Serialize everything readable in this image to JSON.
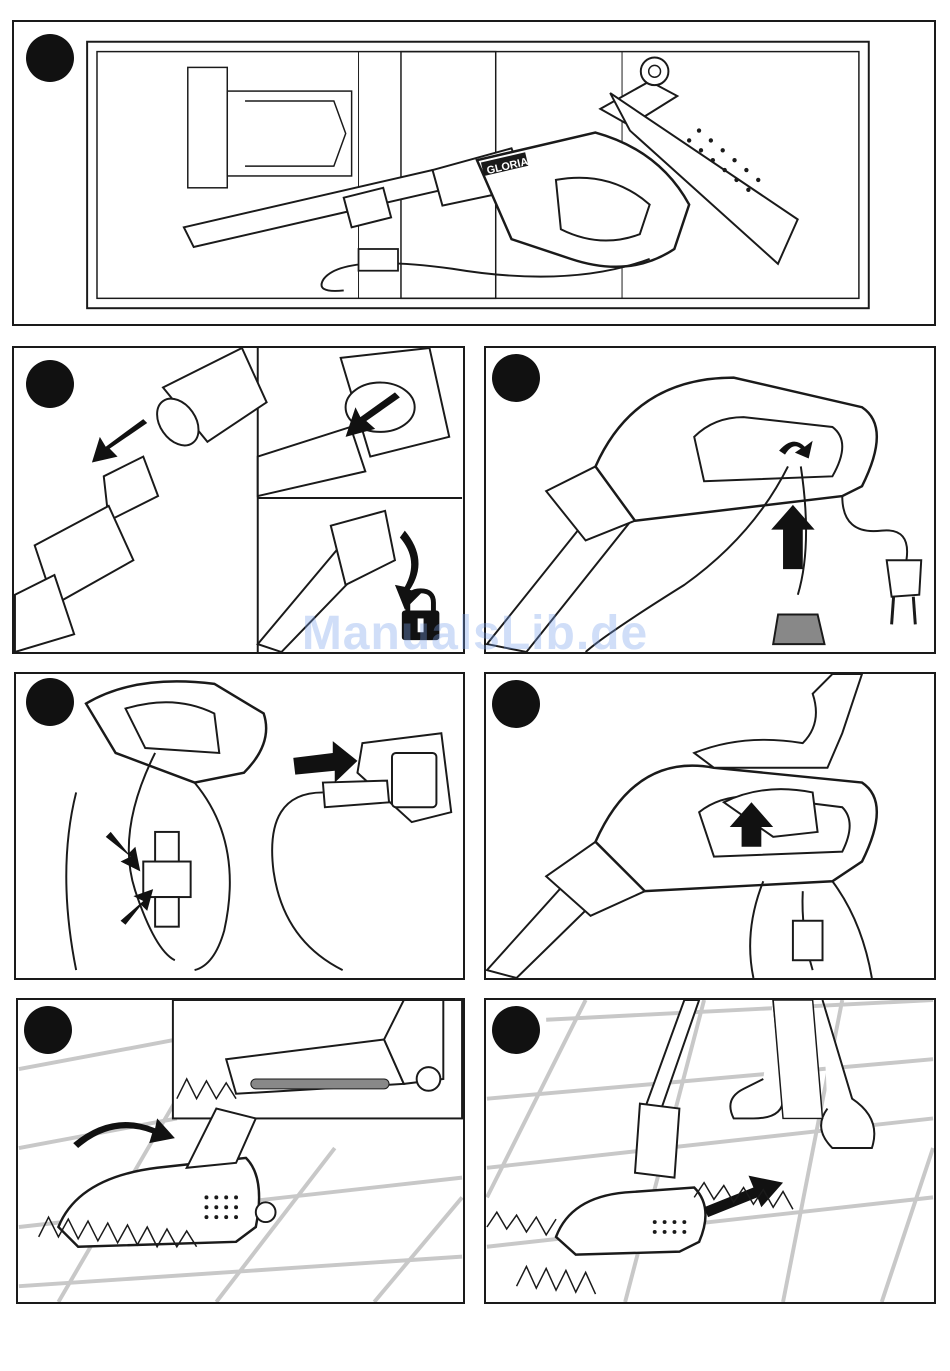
{
  "watermark": "ManualsLib.de",
  "brand": "GLORIA",
  "colors": {
    "line": "#1a1a1a",
    "arrow": "#111111",
    "tile": "#c8c8c8",
    "watermark": "#78a0eb"
  },
  "panels": [
    {
      "step_marker": "filled-circle",
      "content": "box-contents-illustration"
    },
    {
      "step_marker": "filled-circle",
      "content": "connect-shaft-illustration"
    },
    {
      "step_marker": "filled-circle",
      "content": "cable-strain-relief-illustration"
    },
    {
      "step_marker": "filled-circle",
      "content": "plug-in-illustration"
    },
    {
      "step_marker": "filled-circle",
      "content": "switch-on-illustration"
    },
    {
      "step_marker": "filled-circle",
      "content": "brush-adjust-illustration"
    },
    {
      "step_marker": "filled-circle",
      "content": "operation-illustration"
    }
  ]
}
